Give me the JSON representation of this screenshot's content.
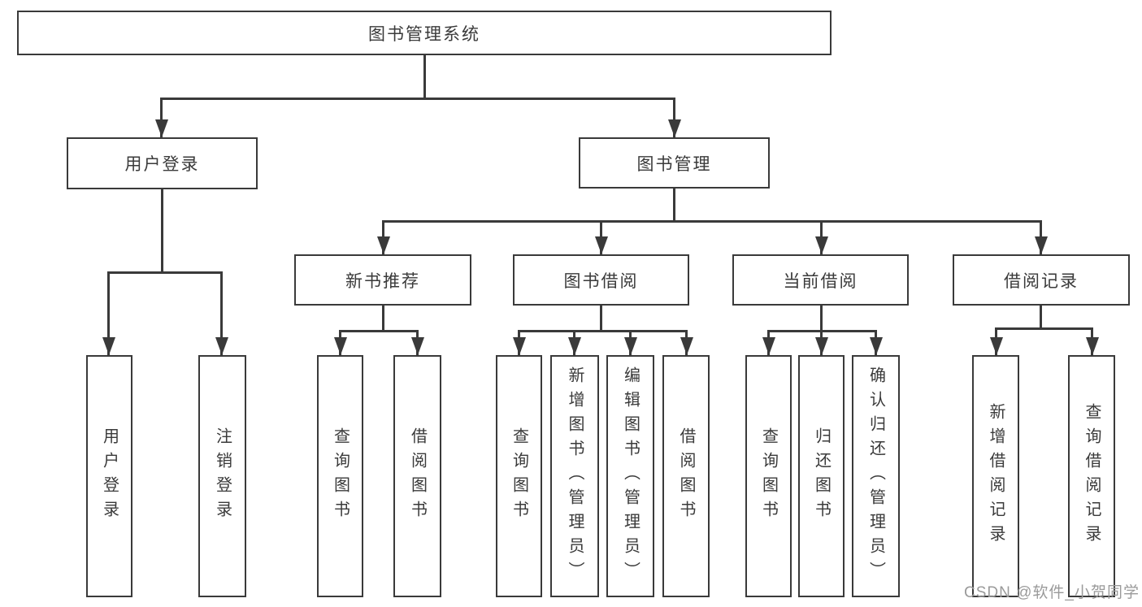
{
  "watermark": "CSDN @软件_小贺同学",
  "colors": {
    "line": "#3a3a3a",
    "text": "#3a3a3a",
    "background": "#ffffff",
    "watermark": "#9a9a9a"
  },
  "tree": {
    "root": "图书管理系统",
    "children": [
      {
        "label": "用户登录",
        "children": [
          "用户登录",
          "注销登录"
        ]
      },
      {
        "label": "图书管理",
        "children": [
          {
            "label": "新书推荐",
            "children": [
              "查询图书",
              "借阅图书"
            ]
          },
          {
            "label": "图书借阅",
            "children": [
              "查询图书",
              "新增图书（管理员）",
              "编辑图书（管理员）",
              "借阅图书"
            ]
          },
          {
            "label": "当前借阅",
            "children": [
              "查询图书",
              "归还图书",
              "确认归还（管理员）"
            ]
          },
          {
            "label": "借阅记录",
            "children": [
              "新增借阅记录",
              "查询借阅记录"
            ]
          }
        ]
      }
    ]
  }
}
